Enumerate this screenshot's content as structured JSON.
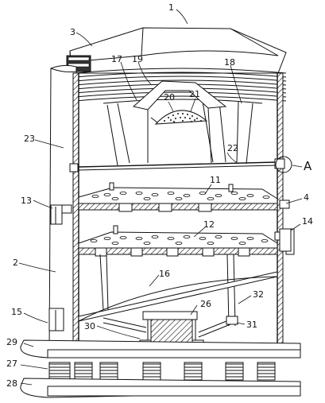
{
  "diagram": {
    "callouts": [
      {
        "id": "c1",
        "text": "1"
      },
      {
        "id": "c3",
        "text": "3"
      },
      {
        "id": "c17",
        "text": "17"
      },
      {
        "id": "c19",
        "text": "19"
      },
      {
        "id": "c18",
        "text": "18"
      },
      {
        "id": "c20",
        "text": "20"
      },
      {
        "id": "c21",
        "text": "21"
      },
      {
        "id": "c23",
        "text": "23"
      },
      {
        "id": "c22",
        "text": "22"
      },
      {
        "id": "cA",
        "text": "A"
      },
      {
        "id": "c11",
        "text": "11"
      },
      {
        "id": "c13",
        "text": "13"
      },
      {
        "id": "c4",
        "text": "4"
      },
      {
        "id": "c12",
        "text": "12"
      },
      {
        "id": "c14",
        "text": "14"
      },
      {
        "id": "c2",
        "text": "2"
      },
      {
        "id": "c16",
        "text": "16"
      },
      {
        "id": "c15",
        "text": "15"
      },
      {
        "id": "c26",
        "text": "26"
      },
      {
        "id": "c32",
        "text": "32"
      },
      {
        "id": "c30",
        "text": "30"
      },
      {
        "id": "c31",
        "text": "31"
      },
      {
        "id": "c29",
        "text": "29"
      },
      {
        "id": "c27",
        "text": "27"
      },
      {
        "id": "c28",
        "text": "28"
      }
    ]
  }
}
